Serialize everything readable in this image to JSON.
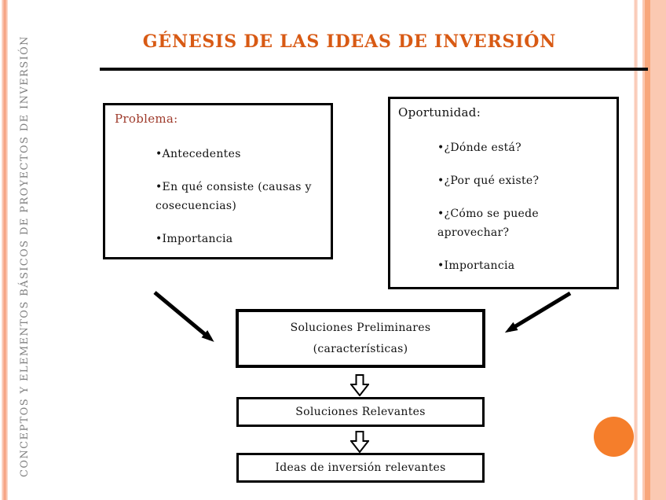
{
  "slide": {
    "sidebar_text": "CONCEPTOS Y ELEMENTOS BÁSICOS DE PROYECTOS DE INVERSIÓN",
    "title": "GÉNESIS DE LAS IDEAS DE INVERSIÓN",
    "problem_box": {
      "title": "Problema:",
      "items": [
        "•Antecedentes",
        "•En qué consiste (causas y cosecuencias)",
        "•Importancia"
      ]
    },
    "opportunity_box": {
      "title": "Oportunidad:",
      "items": [
        "•¿Dónde está?",
        "•¿Por qué existe?",
        "•¿Cómo se puede aprovechar?",
        "•Importancia"
      ]
    },
    "flow": {
      "boxes": [
        {
          "lines": [
            "Soluciones Preliminares",
            "(características)"
          ]
        },
        {
          "lines": [
            "Soluciones Relevantes"
          ]
        },
        {
          "lines": [
            "Ideas de inversión relevantes"
          ]
        }
      ]
    },
    "colors": {
      "title": "#D85A14",
      "problem_heading": "#9E3A2B",
      "sidebar_text": "#808080",
      "stripe_light": "#FBC9B2",
      "stripe_dark": "#F8A77B",
      "circle": "#F57E2B"
    }
  }
}
